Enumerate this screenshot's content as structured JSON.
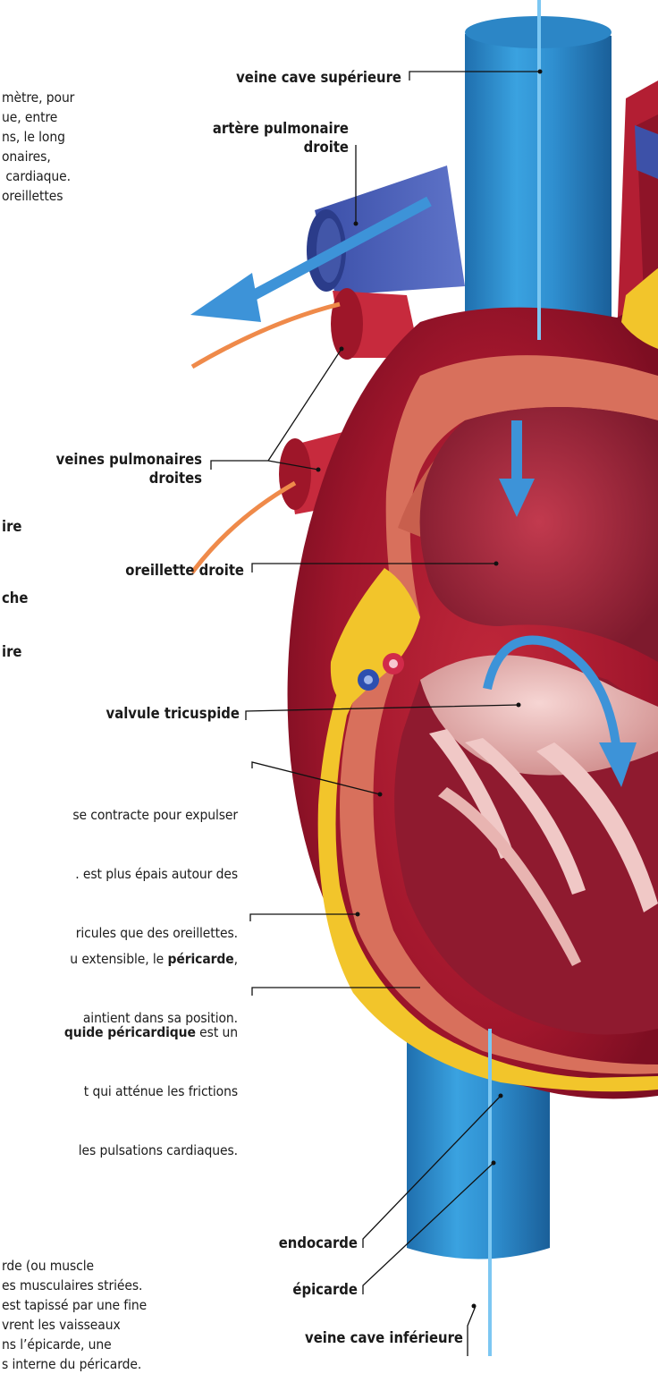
{
  "intro_paragraph": [
    "mètre, pour",
    "ue, entre",
    "ns, le long",
    "onaires,",
    " cardiaque.",
    "oreillettes"
  ],
  "labels": {
    "veine_cave_superieure": "veine cave supérieure",
    "artere_pulmonaire_droite": [
      "artère pulmonaire",
      "droite"
    ],
    "veines_pulmonaires_droites": [
      "veines pulmonaires",
      "droites"
    ],
    "oreillette_droite": "oreillette droite",
    "valvule_tricuspide": "valvule tricuspide",
    "endocarde": "endocarde",
    "epicarde": "épicarde",
    "veine_cave_inferieure": "veine cave inférieure"
  },
  "cut_labels": [
    "ire",
    "che",
    "ire"
  ],
  "myocarde_text": {
    "line1": "se contracte pour expulser",
    "line2": ". est plus épais autour des",
    "line3": "ricules que des oreillettes."
  },
  "pericarde_text": {
    "line1_before": "u extensible, le ",
    "line1_bold": "péricarde",
    "line1_after": ",",
    "line2": "aintient dans sa position."
  },
  "liquide_text": {
    "line1_bold": "quide péricardique",
    "line1_after": " est un",
    "line2": "t qui atténue les frictions",
    "line3": "les pulsations cardiaques."
  },
  "bottom_paragraph": [
    "rde (ou muscle",
    "es musculaires striées.",
    "est tapissé par une fine",
    "vrent les vaisseaux",
    "ns l’épicarde, une",
    "s interne du péricarde."
  ],
  "colors": {
    "vein_blue": "#2f8fd0",
    "heart_red": "#a3152b",
    "muscle_pink": "#d8705c",
    "fat_yellow": "#f2c52b",
    "orange_vessel": "#ef8a4a",
    "arrow_blue": "#3d93d8"
  }
}
